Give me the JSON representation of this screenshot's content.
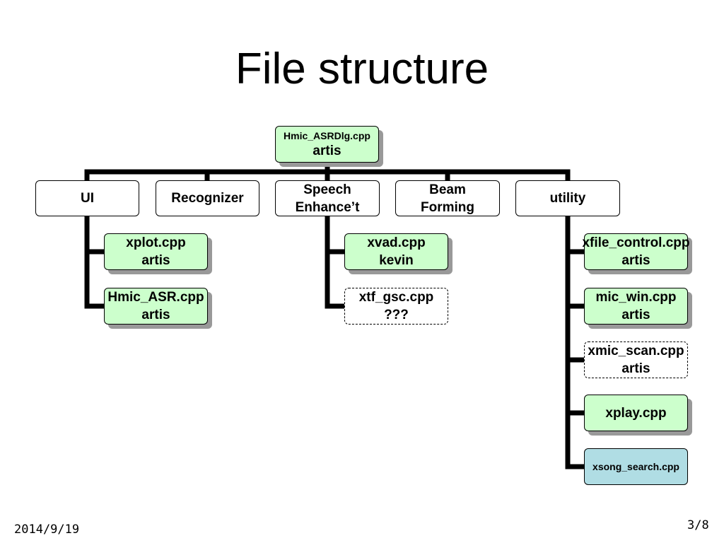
{
  "title": "File structure",
  "root": {
    "line1": "Hmic_ASRDlg.cpp",
    "line2": "artis"
  },
  "categories": {
    "ui": "UI",
    "recognizer": "Recognizer",
    "speech": {
      "line1": "Speech",
      "line2": "Enhance’t"
    },
    "beam": {
      "line1": "Beam",
      "line2": "Forming"
    },
    "utility": "utility"
  },
  "ui_children": [
    {
      "line1": "xplot.cpp",
      "line2": "artis"
    },
    {
      "line1": "Hmic_ASR.cpp",
      "line2": "artis"
    }
  ],
  "speech_children": [
    {
      "line1": "xvad.cpp",
      "line2": "kevin"
    },
    {
      "line1": "xtf_gsc.cpp",
      "line2": "???"
    }
  ],
  "utility_children": [
    {
      "line1": "xfile_control.cpp",
      "line2": "artis"
    },
    {
      "line1": "mic_win.cpp",
      "line2": "artis"
    },
    {
      "line1": "xmic_scan.cpp",
      "line2": "artis"
    },
    {
      "line1": "xplay.cpp"
    },
    {
      "line1": "xsong_search.cpp"
    }
  ],
  "colors": {
    "file_box": "#ccffcc",
    "search_box": "#b0dde4",
    "shadow": "#999999"
  },
  "footer": {
    "date": "2014/9/19",
    "page": "3/8"
  }
}
